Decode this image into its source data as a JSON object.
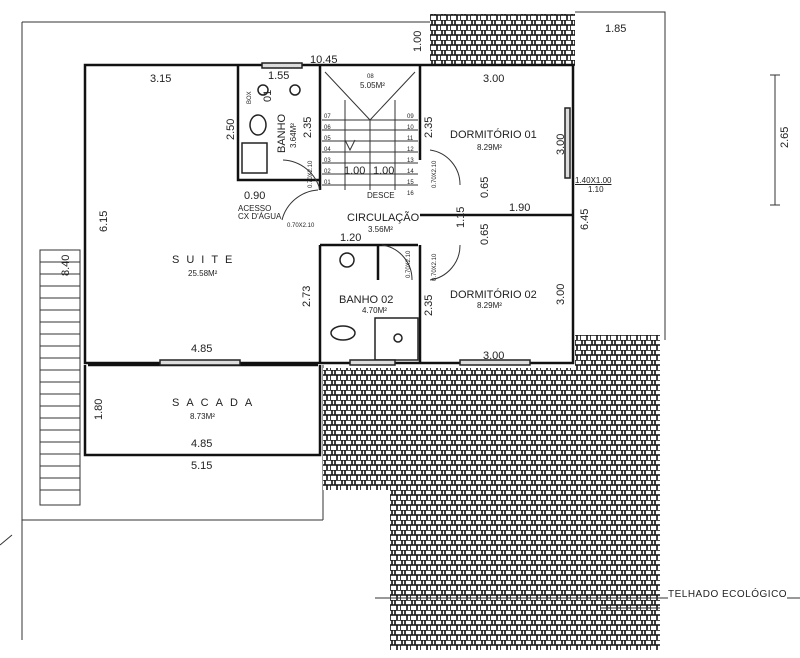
{
  "rooms": {
    "suite": {
      "name": "SUITE",
      "area": "25.58M²"
    },
    "sacada": {
      "name": "SACADA",
      "area": "8.73M²"
    },
    "banho01": {
      "name": "BANHO",
      "number": "01",
      "area": "3.64M²"
    },
    "banho02": {
      "name": "BANHO 02",
      "area": "4.70M²"
    },
    "circulacao": {
      "name": "CIRCULAÇÃO",
      "area": "3.56M²"
    },
    "escada": {
      "number": "08",
      "area": "5.05M²",
      "desce": "DESCE"
    },
    "dorm01": {
      "name": "DORMITÓRIO 01",
      "area": "8.29M²"
    },
    "dorm02": {
      "name": "DORMITÓRIO 02",
      "area": "8.29M²"
    }
  },
  "dimensions": {
    "d1045": "10.45",
    "d100top": "1.00",
    "d185": "1.85",
    "d315": "3.15",
    "d155": "1.55",
    "d250": "2.50",
    "d235a": "2.35",
    "d235b": "2.35",
    "d235c": "2.35",
    "d090": "0.90",
    "d615": "6.15",
    "d120": "1.20",
    "d273": "2.73",
    "d485a": "4.85",
    "d485b": "4.85",
    "d180": "1.80",
    "d515": "5.15",
    "d840": "8.40",
    "d300a": "3.00",
    "d300b": "3.00",
    "d300c": "3.00",
    "d300d": "3.00",
    "d065a": "0.65",
    "d065b": "0.65",
    "d115": "1.15",
    "d190": "1.90",
    "d645": "6.45",
    "d265": "2.65",
    "stair100a": "1.00",
    "stair100b": "1.00"
  },
  "openings": {
    "door1": "0.70X2.10",
    "door2": "0.70X2.10",
    "door3": "0.70X2.10",
    "door4": "0.70X2.10",
    "door5": "0.70X2.10",
    "window": "1.40X1.00",
    "window_sill": "1.10",
    "box": "BOX"
  },
  "notes": {
    "acesso": "ACESSO",
    "cx_agua": "CX D'ÁGUA",
    "telhado": "TELHADO ECOLÓGICO"
  },
  "stair_steps": [
    "01",
    "02",
    "03",
    "04",
    "05",
    "06",
    "07",
    "09",
    "10",
    "11",
    "12",
    "13",
    "14",
    "15",
    "16"
  ]
}
